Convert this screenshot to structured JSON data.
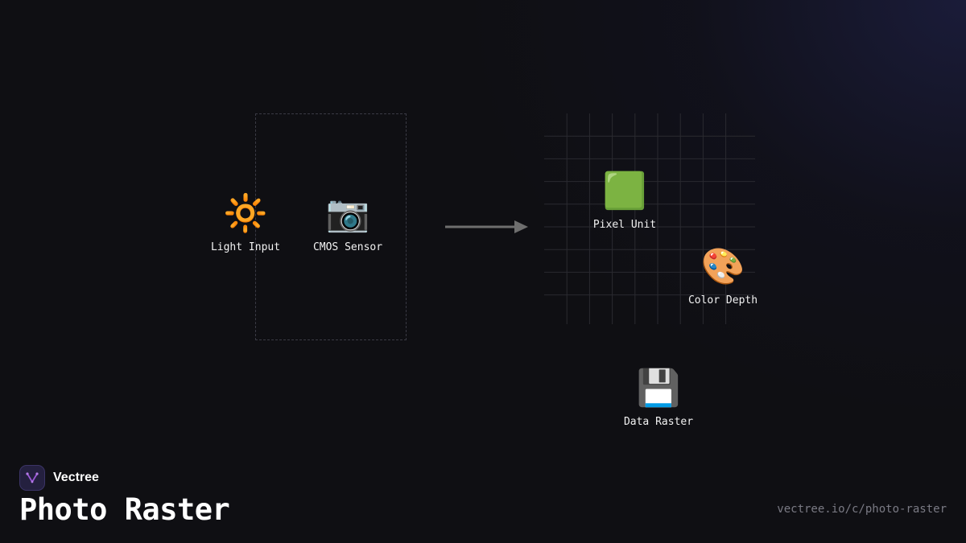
{
  "diagram": {
    "nodes": {
      "light_input": {
        "label": "Light Input",
        "icon": "sun-icon",
        "glyph": "🔆"
      },
      "cmos_sensor": {
        "label": "CMOS Sensor",
        "icon": "camera-icon",
        "glyph": "📷"
      },
      "pixel_unit": {
        "label": "Pixel Unit",
        "icon": "green-square-icon",
        "glyph": "🟩"
      },
      "color_depth": {
        "label": "Color Depth",
        "icon": "palette-icon",
        "glyph": "🎨"
      },
      "data_raster": {
        "label": "Data Raster",
        "icon": "floppy-disk-icon",
        "glyph": "💾"
      }
    },
    "edges": [
      {
        "from": "capture-group",
        "to": "pixel-grid"
      }
    ]
  },
  "branding": {
    "name": "Vectree",
    "logo_icon": "vectree-logo-icon",
    "accent_color": "#9b59d6"
  },
  "title": "Photo Raster",
  "footer": {
    "url": "vectree.io/c/photo-raster"
  },
  "colors": {
    "background": "#0f0f13",
    "grid_line": "#2a2a30",
    "arrow": "#6e6e6e",
    "dashed_border": "#3a3a44",
    "url_text": "#7a7a84"
  }
}
